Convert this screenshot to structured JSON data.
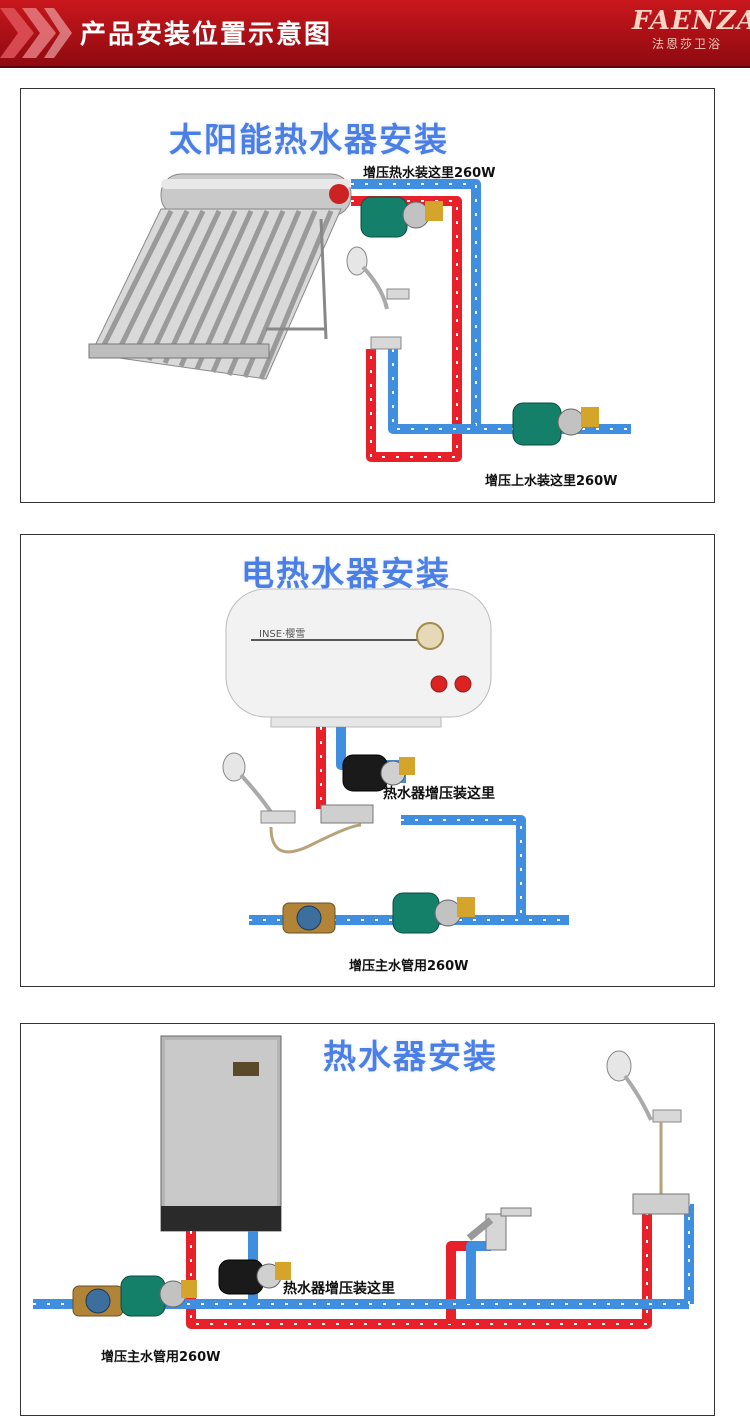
{
  "header": {
    "title": "产品安装位置示意图",
    "brand_en": "FAENZA",
    "brand_cn": "法恩莎卫浴"
  },
  "panels": [
    {
      "title": "太阳能热水器安装",
      "labels": [
        "增压热水装这里260W",
        "增压上水装这里260W"
      ]
    },
    {
      "title": "电热水器安装",
      "heater_brand": "INSE·樱雪",
      "labels": [
        "热水器增压装这里",
        "增压主水管用260W"
      ]
    },
    {
      "title": "热水器安装",
      "labels": [
        "热水器增压装这里",
        "增压主水管用260W"
      ]
    }
  ],
  "colors": {
    "hot_pipe": "#e8202a",
    "cold_pipe": "#3f8ee0",
    "title_blue": "#4b7fe6",
    "banner_red": "#b3131a"
  }
}
